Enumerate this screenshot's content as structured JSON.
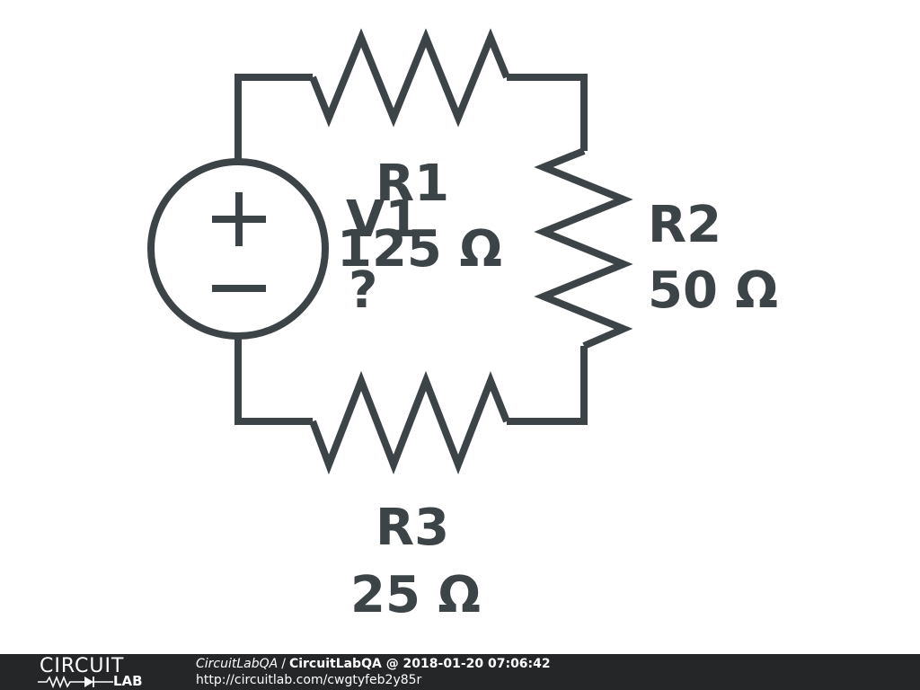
{
  "colors": {
    "ink": "#3d4448",
    "footer_bg": "#252628",
    "footer_text": "#ffffff"
  },
  "circuit": {
    "source": {
      "name": "V1",
      "value": "?"
    },
    "resistors": [
      {
        "name": "R1",
        "value": "125 Ω"
      },
      {
        "name": "R2",
        "value": "50 Ω"
      },
      {
        "name": "R3",
        "value": "25 Ω"
      }
    ]
  },
  "footer": {
    "logo_top": "CIRCUIT",
    "logo_bottom": "LAB",
    "user": "CircuitLabQA",
    "separator": "/",
    "title": "CircuitLabQA @ 2018-01-20 07:06:42",
    "url": "http://circuitlab.com/cwgtyfeb2y85r"
  }
}
